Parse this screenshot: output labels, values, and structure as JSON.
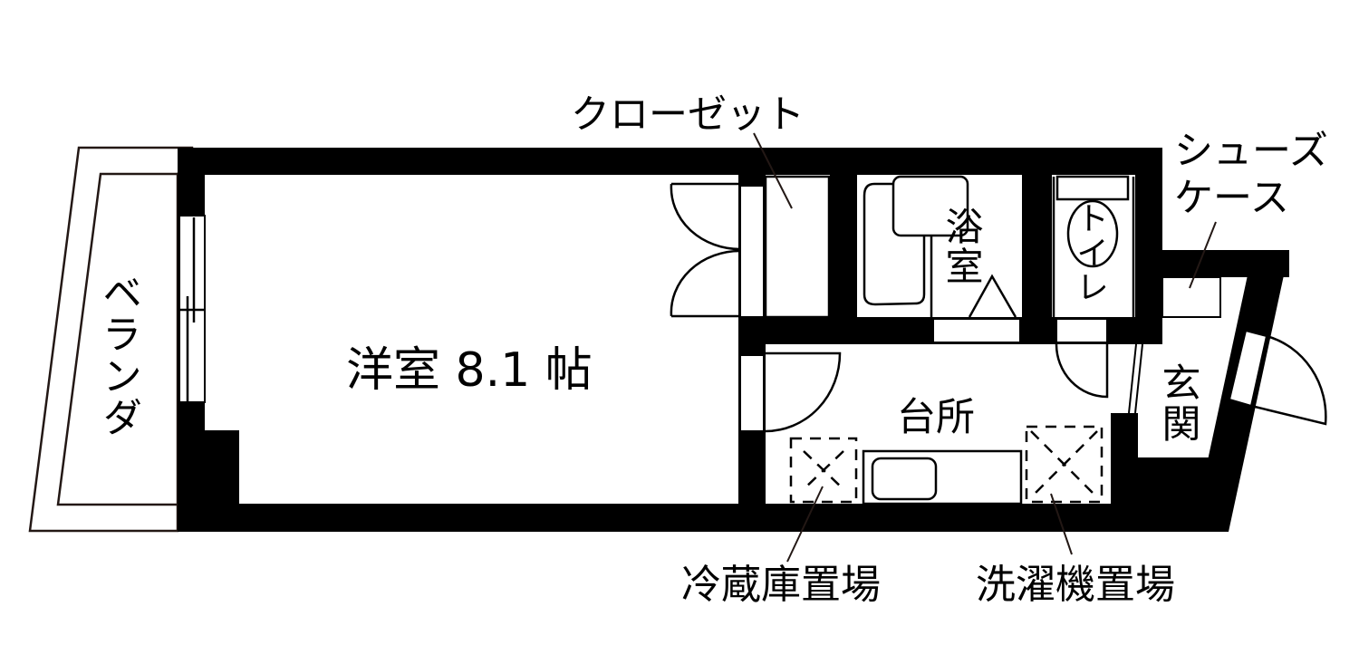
{
  "floorplan": {
    "rooms": {
      "western_room": "洋室 8.1 帖",
      "closet": "クローゼット",
      "bathroom": "浴室",
      "toilet": "トイレ",
      "shoe_case_line1": "シューズ",
      "shoe_case_line2": "ケース",
      "entrance": "玄関",
      "kitchen": "台所",
      "balcony": "ベランダ"
    },
    "annotations": {
      "fridge_space": "冷蔵庫置場",
      "washer_space": "洗濯機置場"
    },
    "colors": {
      "wall": "#000000",
      "line": "#231815",
      "background": "#ffffff"
    }
  }
}
